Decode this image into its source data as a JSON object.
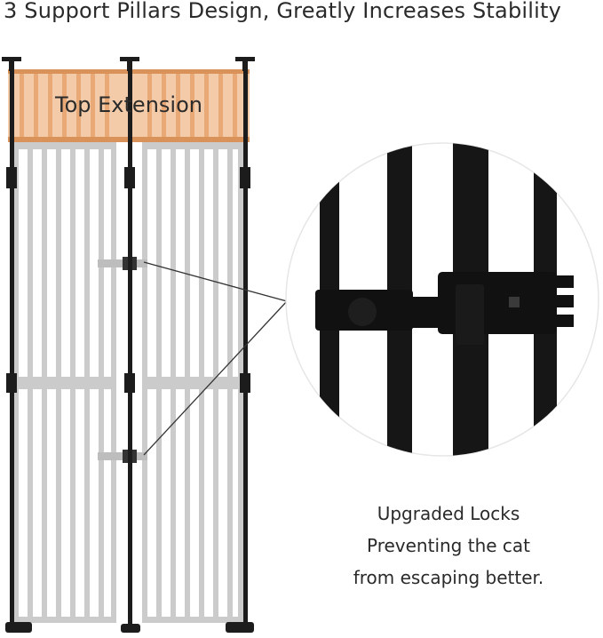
{
  "headline": "3 Support Pillars Design, Greatly Increases Stability",
  "top_extension_label": "Top Extension",
  "caption": {
    "line1": "Upgraded Locks",
    "line2": "Preventing the cat",
    "line3": "from escaping better."
  },
  "colors": {
    "gate_bar": "#c9c9c9",
    "pillar": "#1c1c1c",
    "extension_fill": "#f3c8a4",
    "extension_bar": "#e6a46e",
    "extension_frame": "#d9935a",
    "lock": "#111111"
  }
}
